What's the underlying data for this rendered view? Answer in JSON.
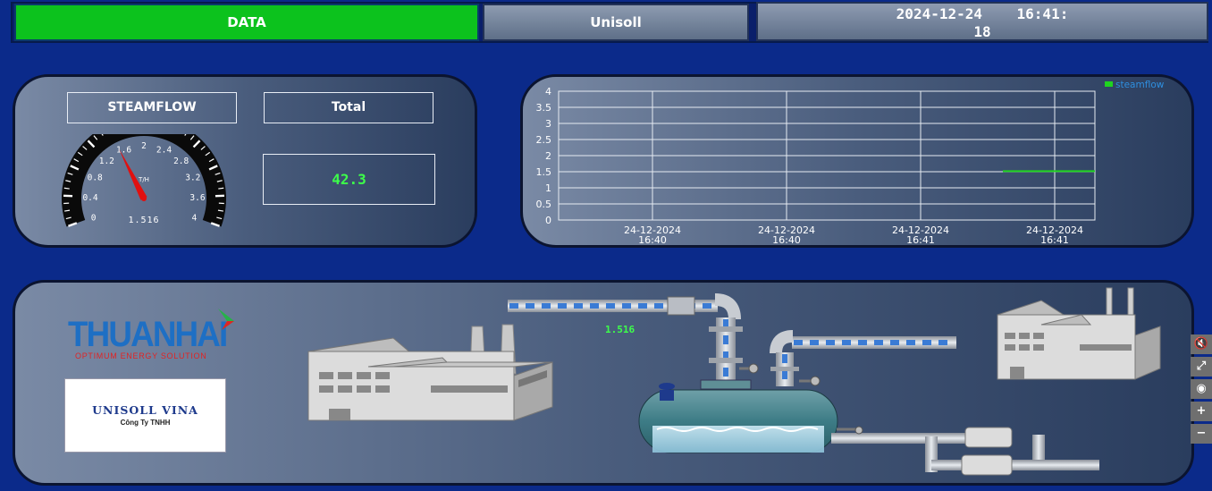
{
  "header": {
    "data_label": "DATA",
    "unisoll_label": "Unisoll",
    "datetime_line1": "2024-12-24    16:41:",
    "datetime_line2": "18"
  },
  "steamflow_panel": {
    "title": "STEAMFLOW",
    "gauge": {
      "ticks": [
        "0",
        "0.4",
        "0.8",
        "1.2",
        "1.6",
        "2",
        "2.4",
        "2.8",
        "3.2",
        "3.6",
        "4"
      ],
      "unit": "T/H",
      "value_text": "1.516",
      "value": 1.516,
      "min": 0,
      "max": 4
    },
    "total_label": "Total",
    "total_value": "42.3"
  },
  "chart_data": {
    "type": "line",
    "title": "",
    "xlabel": "",
    "ylabel": "",
    "ylim": [
      0,
      4
    ],
    "y_ticks": [
      "0",
      "0.5",
      "1",
      "1.5",
      "2",
      "2.5",
      "3",
      "3.5",
      "4"
    ],
    "x_ticks": [
      {
        "date": "24-12-2024",
        "time": "16:40"
      },
      {
        "date": "24-12-2024",
        "time": "16:40"
      },
      {
        "date": "24-12-2024",
        "time": "16:41"
      },
      {
        "date": "24-12-2024",
        "time": "16:41"
      }
    ],
    "grid": true,
    "legend_position": "top-right",
    "series": [
      {
        "name": "steamflow",
        "color": "#1fd41f",
        "x": [
          "16:41:05",
          "16:41:18"
        ],
        "values": [
          1.516,
          1.516
        ]
      }
    ]
  },
  "process_panel": {
    "brand_logo_text": "THUANHAI",
    "brand_tagline": "OPTIMUM ENERGY SOLUTION",
    "company_name": "UNISOLL VINA",
    "company_sub": "Công Ty TNHH",
    "flow_value": "1.516"
  },
  "side_controls": [
    {
      "icon": "mute-icon",
      "glyph": "🔇"
    },
    {
      "icon": "fullscreen-icon",
      "glyph": "⤢"
    },
    {
      "icon": "visibility-icon",
      "glyph": "◉"
    },
    {
      "icon": "zoom-in-icon",
      "glyph": "+"
    },
    {
      "icon": "zoom-out-icon",
      "glyph": "−"
    }
  ],
  "colors": {
    "background": "#0b2a8a",
    "data_green": "#0cc21d",
    "value_green": "#3dff4a",
    "needle": "#e01010"
  }
}
